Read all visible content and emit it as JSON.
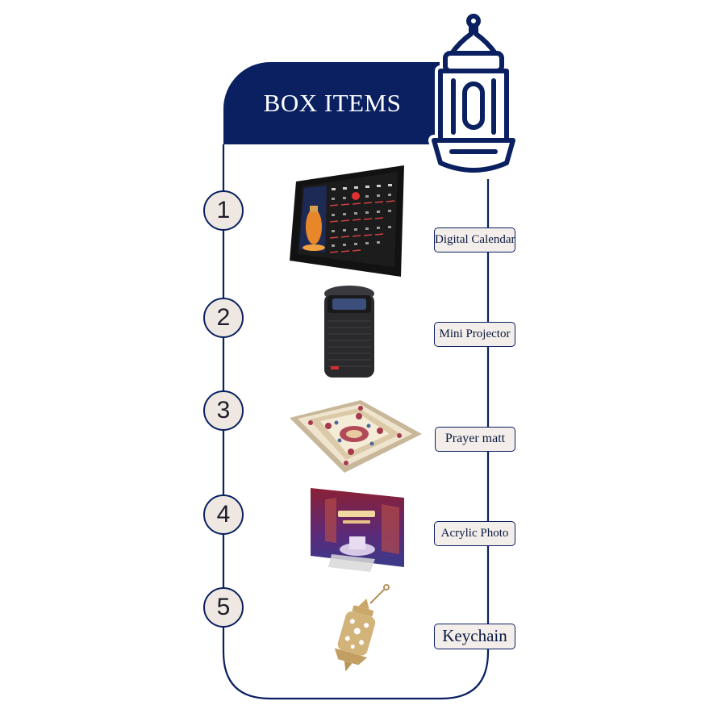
{
  "header": {
    "title": "BOX ITEMS"
  },
  "colors": {
    "navy": "#0a2060",
    "badge_bg": "#efe8e2",
    "label_bg": "#f3eeea"
  },
  "items": [
    {
      "number": "1",
      "label": "Digital Calendar",
      "icon": "digital-calendar-image"
    },
    {
      "number": "2",
      "label": "Mini Projector",
      "icon": "mini-projector-image"
    },
    {
      "number": "3",
      "label": "Prayer matt",
      "icon": "prayer-mat-image"
    },
    {
      "number": "4",
      "label": "Acrylic Photo",
      "icon": "acrylic-photo-image"
    },
    {
      "number": "5",
      "label": "Keychain",
      "icon": "lantern-keychain-image"
    }
  ]
}
